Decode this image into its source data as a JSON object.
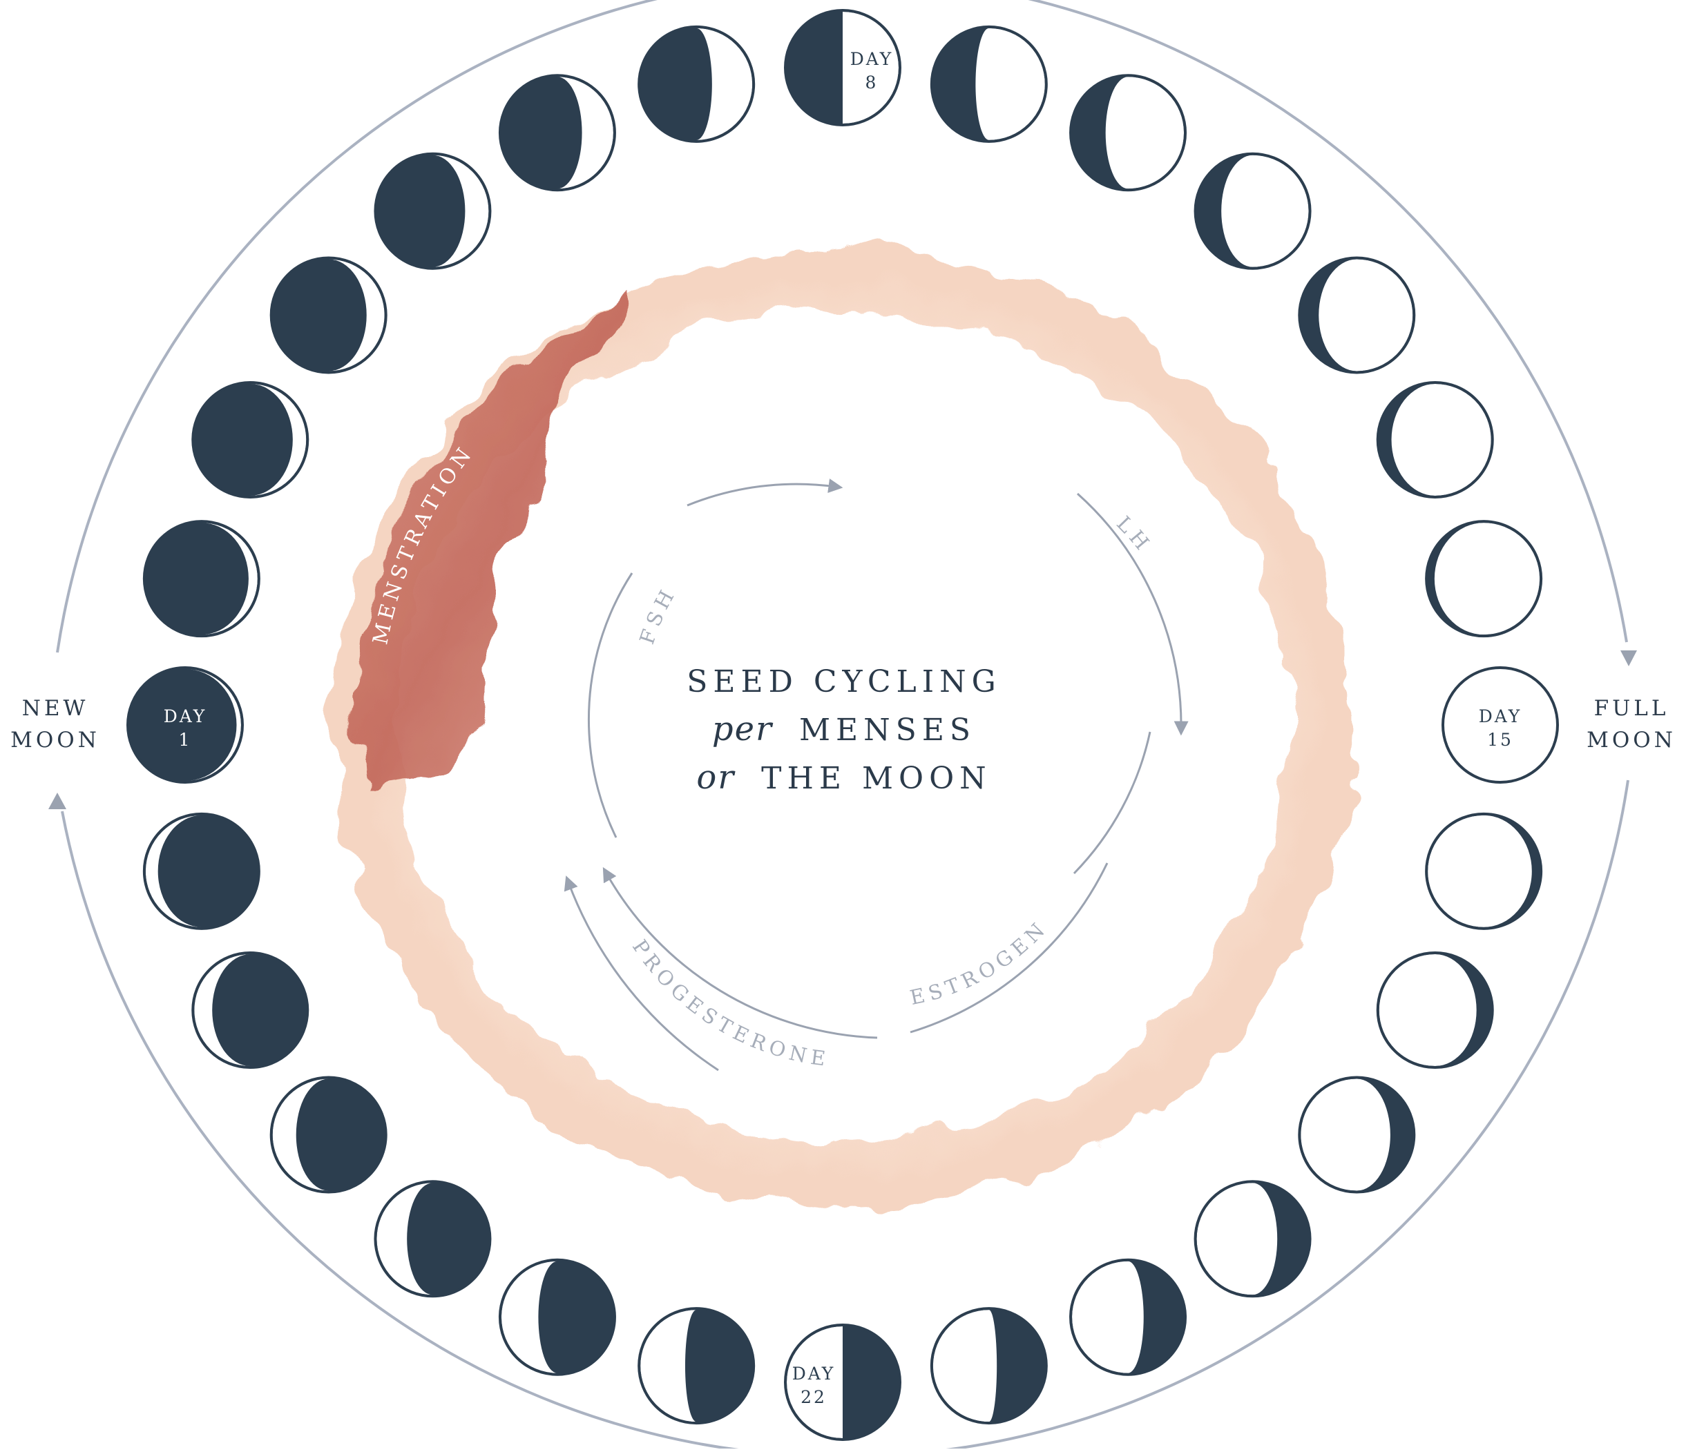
{
  "labels": {
    "new_moon_1": "NEW",
    "new_moon_2": "MOON",
    "full_moon_1": "FULL",
    "full_moon_2": "MOON"
  },
  "title": {
    "line1": "SEED CYCLING",
    "line2_italic": "per",
    "line2_rest": "MENSES",
    "line3_italic": "or",
    "line3_rest": "THE MOON"
  },
  "hormones": {
    "fsh": "FSH",
    "lh": "LH",
    "estrogen": "ESTROGEN",
    "progesterone": "PROGESTERONE"
  },
  "phase_band": {
    "label": "MENSTRATION"
  },
  "moons": [
    {
      "day": 1,
      "lit": 0.04,
      "waxing": true,
      "label1": "DAY",
      "label2": "1"
    },
    {
      "day": 2,
      "lit": 0.08,
      "waxing": true
    },
    {
      "day": 3,
      "lit": 0.12,
      "waxing": true
    },
    {
      "day": 4,
      "lit": 0.16,
      "waxing": true
    },
    {
      "day": 5,
      "lit": 0.21,
      "waxing": true
    },
    {
      "day": 6,
      "lit": 0.28,
      "waxing": true
    },
    {
      "day": 7,
      "lit": 0.36,
      "waxing": true
    },
    {
      "day": 8,
      "lit": 0.5,
      "waxing": true,
      "label1": "DAY",
      "label2": "8"
    },
    {
      "day": 9,
      "lit": 0.62,
      "waxing": true
    },
    {
      "day": 10,
      "lit": 0.7,
      "waxing": true
    },
    {
      "day": 11,
      "lit": 0.78,
      "waxing": true
    },
    {
      "day": 12,
      "lit": 0.84,
      "waxing": true
    },
    {
      "day": 13,
      "lit": 0.89,
      "waxing": true
    },
    {
      "day": 14,
      "lit": 0.94,
      "waxing": true
    },
    {
      "day": 15,
      "lit": 1.0,
      "waxing": true,
      "label1": "DAY",
      "label2": "15"
    },
    {
      "day": 16,
      "lit": 0.93,
      "waxing": false
    },
    {
      "day": 17,
      "lit": 0.87,
      "waxing": false
    },
    {
      "day": 18,
      "lit": 0.8,
      "waxing": false
    },
    {
      "day": 19,
      "lit": 0.72,
      "waxing": false
    },
    {
      "day": 20,
      "lit": 0.64,
      "waxing": false
    },
    {
      "day": 21,
      "lit": 0.57,
      "waxing": false
    },
    {
      "day": 22,
      "lit": 0.5,
      "waxing": false,
      "label1": "DAY",
      "label2": "22"
    },
    {
      "day": 23,
      "lit": 0.4,
      "waxing": false
    },
    {
      "day": 24,
      "lit": 0.33,
      "waxing": false
    },
    {
      "day": 25,
      "lit": 0.27,
      "waxing": false
    },
    {
      "day": 26,
      "lit": 0.21,
      "waxing": false
    },
    {
      "day": 27,
      "lit": 0.16,
      "waxing": false
    },
    {
      "day": 28,
      "lit": 0.11,
      "waxing": false
    }
  ],
  "colors": {
    "moon_dark": "#2c3e4f",
    "ring": "#aab2c1",
    "band": "#f8dccb",
    "menstruation": "#c9786a",
    "text": "#2b3a4a",
    "hormone_text": "#a6adb9"
  }
}
